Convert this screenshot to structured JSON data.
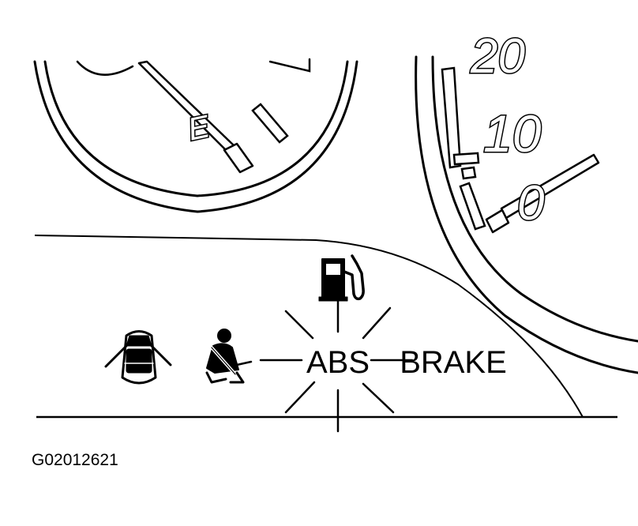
{
  "figure": {
    "code": "G02012621"
  },
  "speedometer": {
    "ticks": [
      "20",
      "10",
      "0"
    ]
  },
  "fuel_gauge": {
    "mark": "E"
  },
  "indicators": {
    "abs_label": "ABS",
    "brake_label": "BRAKE",
    "abs_state": "flashing",
    "icons": [
      "door-ajar-icon",
      "seat-belt-icon",
      "fuel-pump-icon"
    ]
  },
  "colors": {
    "ink": "#000000",
    "paper": "#ffffff"
  }
}
